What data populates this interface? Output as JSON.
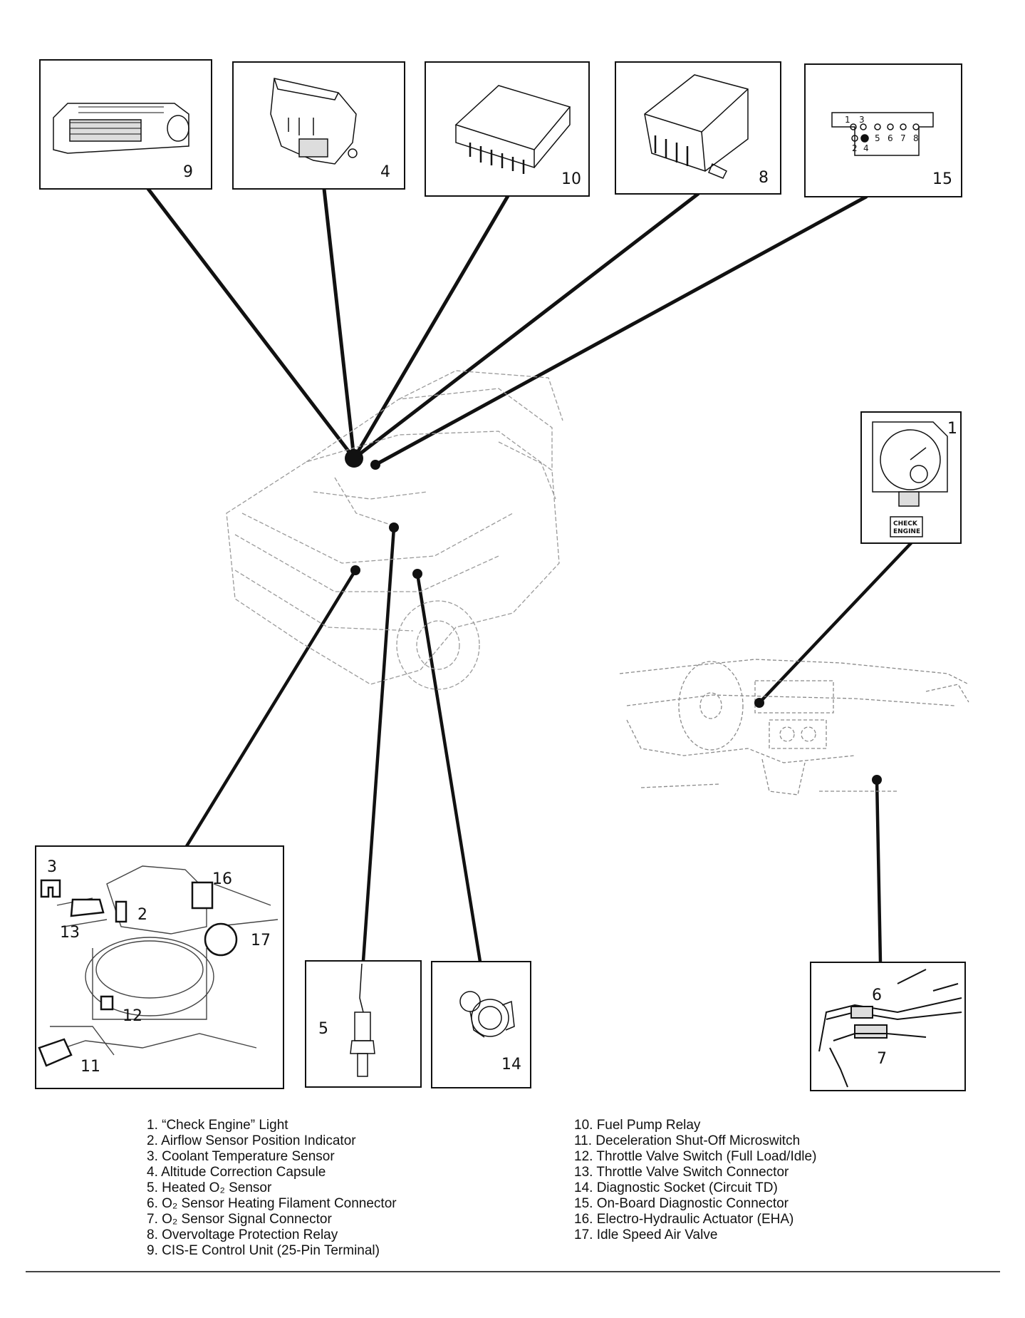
{
  "panels": {
    "p9": "9",
    "p4": "4",
    "p10": "10",
    "p8": "8",
    "p15": "15",
    "p1": "1",
    "p5": "5",
    "p14": "14",
    "p6": "6",
    "p7": "7",
    "engine": [
      "3",
      "2",
      "13",
      "16",
      "17",
      "12",
      "11"
    ],
    "check_engine_label": [
      "CHECK",
      "ENGINE"
    ],
    "diag_pins": [
      "1",
      "3",
      "2",
      "4",
      "5",
      "6",
      "7",
      "8"
    ]
  },
  "legend_left": [
    "1. “Check Engine” Light",
    "2. Airflow Sensor Position Indicator",
    "3. Coolant Temperature Sensor",
    "4. Altitude Correction Capsule",
    "5. Heated O₂ Sensor",
    "6. O₂ Sensor Heating Filament Connector",
    "7. O₂ Sensor Signal Connector",
    "8. Overvoltage Protection Relay",
    "9. CIS-E Control Unit (25-Pin Terminal)"
  ],
  "legend_right": [
    "10. Fuel Pump Relay",
    "11. Deceleration Shut-Off Microswitch",
    "12. Throttle Valve Switch (Full Load/Idle)",
    "13. Throttle Valve Switch Connector",
    "14. Diagnostic Socket (Circuit TD)",
    "15. On-Board Diagnostic Connector",
    "16. Electro-Hydraulic Actuator (EHA)",
    "17. Idle Speed Air Valve"
  ]
}
